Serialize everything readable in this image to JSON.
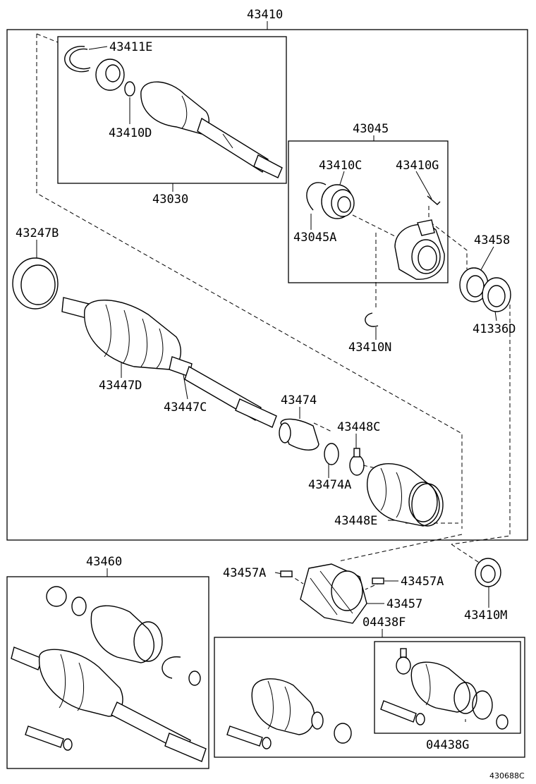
{
  "diagram": {
    "labels": {
      "p43410": "43410",
      "p43411E": "43411E",
      "p43410D": "43410D",
      "p43030": "43030",
      "p43045": "43045",
      "p43410C": "43410C",
      "p43410G": "43410G",
      "p43045A": "43045A",
      "p43458": "43458",
      "p41336D": "41336D",
      "p43410N": "43410N",
      "p43247B": "43247B",
      "p43447D": "43447D",
      "p43447C": "43447C",
      "p43474": "43474",
      "p43448C": "43448C",
      "p43474A": "43474A",
      "p43448E": "43448E",
      "p43460": "43460",
      "p43457A_left": "43457A",
      "p43457A_right": "43457A",
      "p43457": "43457",
      "p04438F": "04438F",
      "p43410M": "43410M",
      "p04438G": "04438G"
    },
    "figure_code": "430688C"
  }
}
